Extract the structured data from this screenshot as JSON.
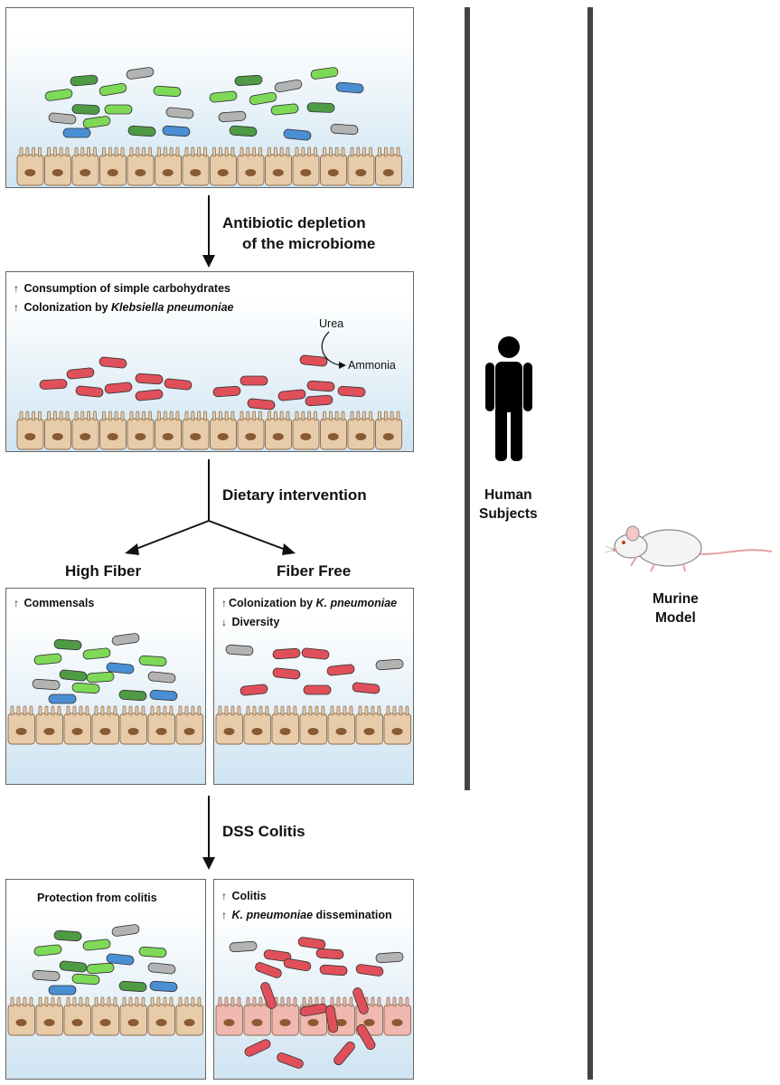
{
  "steps": {
    "antibiotic_line1": "Antibiotic depletion",
    "antibiotic_line2": "of the microbiome",
    "dietary": "Dietary intervention",
    "dss": "DSS Colitis"
  },
  "branches": {
    "high_fiber": "High Fiber",
    "fiber_free": "Fiber Free"
  },
  "panel2": {
    "note1": "Consumption of simple carbohydrates",
    "note2_prefix": "Colonization by ",
    "note2_italic": "Klebsiella pneumoniae",
    "urea": "Urea",
    "ammonia": "Ammonia"
  },
  "panel3": {
    "note1": "Commensals"
  },
  "panel4": {
    "note1_prefix": "Colonization by ",
    "note1_italic": "K. pneumoniae",
    "note2": "Diversity"
  },
  "panel5": {
    "title": "Protection from colitis"
  },
  "panel6": {
    "note1": "Colitis",
    "note2_italic": "K. pneumoniae",
    "note2_suffix": " dissemination"
  },
  "sidebar": {
    "human_line1": "Human",
    "human_line2": "Subjects",
    "murine_line1": "Murine",
    "murine_line2": "Model"
  },
  "symbols": {
    "up": "↑",
    "down": "↓"
  },
  "colors": {
    "green": "#7ed957",
    "dark_green": "#4f9a45",
    "gray": "#b3b3b3",
    "blue": "#4a8fd4",
    "red": "#e0505a",
    "cell_fill": "#e8ccaa",
    "nucleus": "#8a5a33",
    "bar": "#444444"
  }
}
